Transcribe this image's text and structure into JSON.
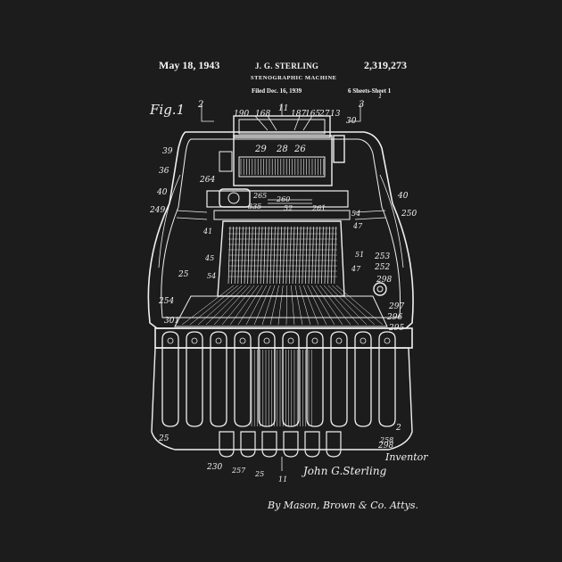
{
  "document": {
    "header": {
      "date": "May 18, 1943",
      "inventor": "J. G. STERLING",
      "title": "STENOGRAPHIC MACHINE",
      "filed": "Filed Dec. 16, 1939",
      "patent_number": "2,319,273",
      "sheets": "6 Sheets-Sheet 1"
    },
    "figure": {
      "label": "Fig.1",
      "section_marks": [
        "2",
        "3",
        "1"
      ],
      "top_refs": [
        "190",
        "168",
        "11",
        "187",
        "165",
        "27",
        "13",
        "30"
      ],
      "inner_refs": [
        "29",
        "28",
        "26"
      ],
      "left_refs": [
        "39",
        "36",
        "40",
        "249",
        "264",
        "25",
        "254",
        "301",
        "25",
        "230"
      ],
      "right_refs": [
        "40",
        "250",
        "253",
        "252",
        "298",
        "297",
        "296",
        "295",
        "2",
        "298"
      ],
      "center_refs": [
        "265",
        "260",
        "335",
        "52",
        "261",
        "54",
        "47",
        "41",
        "51",
        "45",
        "47",
        "54",
        "257",
        "25",
        "11",
        "258"
      ]
    },
    "signature": {
      "inventor_label": "Inventor",
      "inventor_signature": "John G.Sterling",
      "attorney_signature": "By Mason, Brown & Co. Attys."
    },
    "colors": {
      "background": "#1c1c1c",
      "ink": "#f0f0f0"
    }
  }
}
